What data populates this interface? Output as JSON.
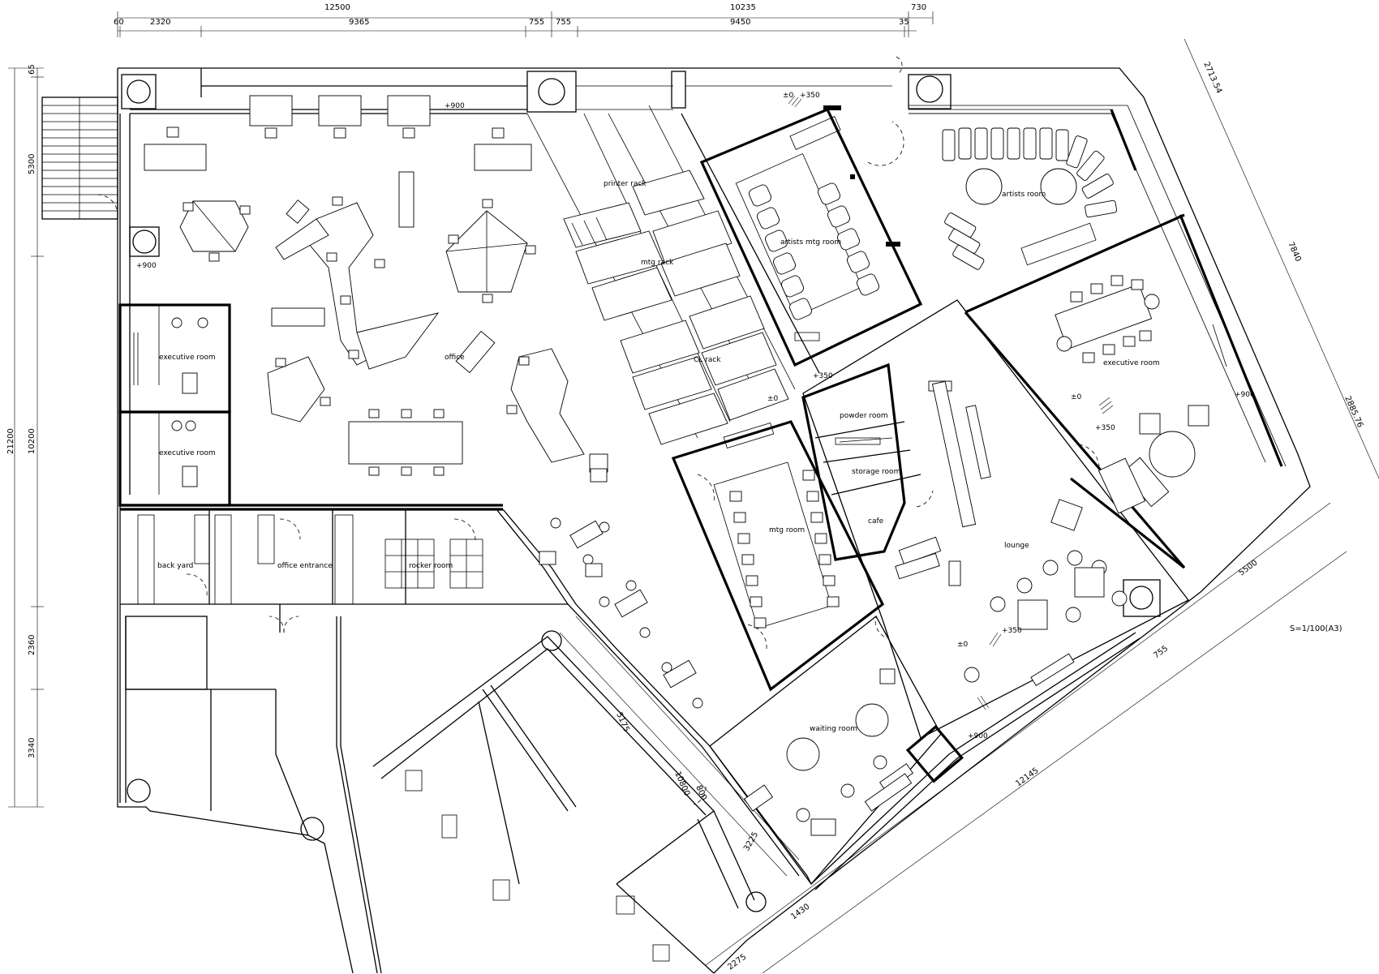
{
  "rooms": {
    "office": "office",
    "executive_room_1": "executive room",
    "executive_room_2": "executive room",
    "executive_room_3": "executive room",
    "back_yard": "back yard",
    "office_entrance": "office entrance",
    "rocker_room": "rocker room",
    "printer_rack": "printer rack",
    "mtg_rack": "mtg rack",
    "cl_rack": "CL rack",
    "artists_mtg_room": "artists mtg room",
    "artists_room": "artists room",
    "mtg_room": "mtg room",
    "powder_room": "powder room",
    "storage_room": "storage room",
    "cafe": "cafe",
    "lounge": "lounge",
    "waiting_room": "waiting room"
  },
  "levels": {
    "top_zero": "±0",
    "top_350": "+350",
    "office_900": "+900",
    "left_900": "+900",
    "mid_350": "+350",
    "mid_zero": "±0",
    "exec_zero": "±0",
    "exec_900": "+900",
    "exec_350": "+350",
    "lounge_350": "+350",
    "lounge_zero": "±0",
    "waiting_900": "+900"
  },
  "dimensions": {
    "top_total_left": "12500",
    "top_total_right": "10235",
    "top_extra": "730",
    "top_60": "60",
    "top_2320": "2320",
    "top_9365": "9365",
    "top_755a": "755",
    "top_755b": "755",
    "top_9450": "9450",
    "top_35": "35",
    "left_65": "65",
    "left_total": "21200",
    "left_5300": "5300",
    "left_10200": "10200",
    "left_2360": "2360",
    "left_3340": "3340",
    "right_2713": "2713.54",
    "right_7840": "7840",
    "right_2885": "2885.76",
    "right_5500": "5500",
    "right_755": "755",
    "right_12145": "12145",
    "bottom_1430": "1430",
    "bottom_2275": "2275",
    "bottom_3225": "3225",
    "bottom_5175": "5175",
    "bottom_10800": "10800",
    "bottom_800": "800"
  },
  "scale_note": "S=1/100(A3)"
}
